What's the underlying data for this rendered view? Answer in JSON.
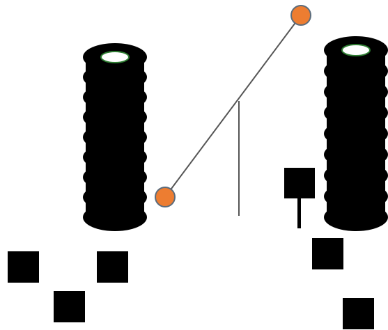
{
  "colors": {
    "background": "#ffffff",
    "stack_fill": "#000000",
    "stack_top_ring": "#ffffff",
    "stack_top_outline": "#2e7d32",
    "square_fill": "#000000",
    "line_stroke": "#555555",
    "endpoint_fill": "#ed7d31",
    "endpoint_stroke": "#5b6b7b",
    "pin_fill": "#000000"
  },
  "stacks": [
    {
      "name": "left-stack",
      "discs": 9
    },
    {
      "name": "right-stack",
      "discs": 9
    }
  ],
  "squares_count": 6,
  "pin_count": 1,
  "line": {
    "has_two_endpoints": true,
    "has_vertical_support": true
  }
}
